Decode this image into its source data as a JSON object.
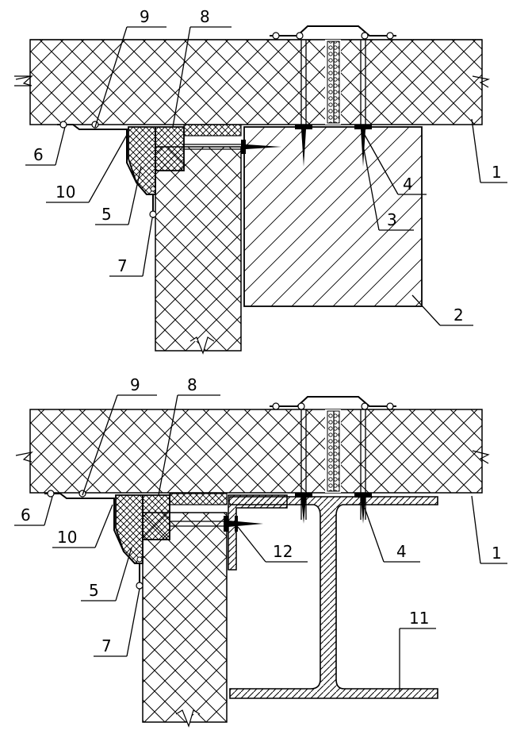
{
  "top_detail": {
    "callouts": [
      {
        "id": "c1",
        "text": "1"
      },
      {
        "id": "c2",
        "text": "2"
      },
      {
        "id": "c3",
        "text": "3"
      },
      {
        "id": "c4",
        "text": "4"
      },
      {
        "id": "c5",
        "text": "5"
      },
      {
        "id": "c6",
        "text": "6"
      },
      {
        "id": "c7",
        "text": "7"
      },
      {
        "id": "c8",
        "text": "8"
      },
      {
        "id": "c9",
        "text": "9"
      },
      {
        "id": "c10",
        "text": "10"
      }
    ]
  },
  "bottom_detail": {
    "callouts": [
      {
        "id": "c1",
        "text": "1"
      },
      {
        "id": "c4",
        "text": "4"
      },
      {
        "id": "c5",
        "text": "5"
      },
      {
        "id": "c6",
        "text": "6"
      },
      {
        "id": "c7",
        "text": "7"
      },
      {
        "id": "c8",
        "text": "8"
      },
      {
        "id": "c9",
        "text": "9"
      },
      {
        "id": "c10",
        "text": "10"
      },
      {
        "id": "c11",
        "text": "11"
      },
      {
        "id": "c12",
        "text": "12"
      }
    ]
  },
  "colors": {
    "line": "#000000",
    "background": "#ffffff"
  }
}
